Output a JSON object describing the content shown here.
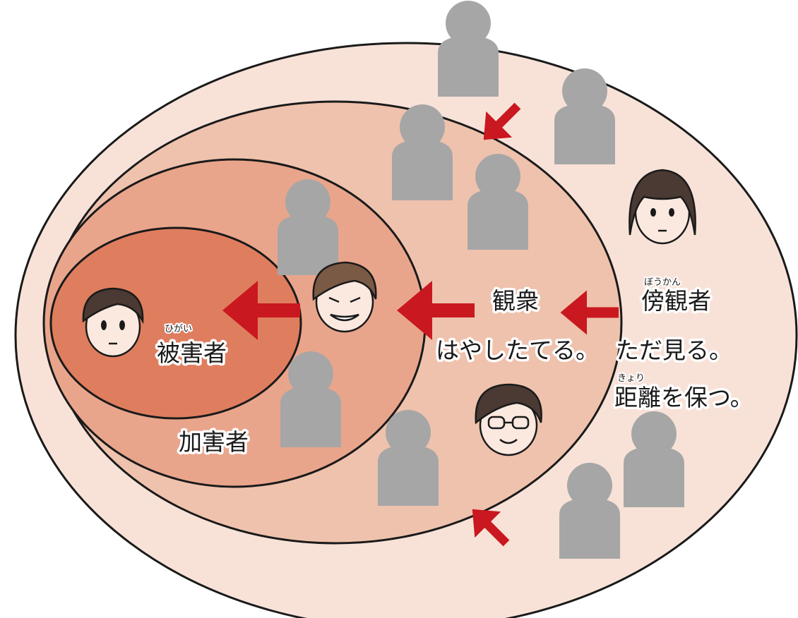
{
  "labels": {
    "victim": "被害者",
    "victim_ruby": "ひがい",
    "perpetrator": "加害者",
    "audience": "観衆",
    "audience_action": "はやしたてる。",
    "bystander": "傍観者",
    "bystander_ruby": "ぼうかん",
    "bystander_action": "ただ見る。",
    "keep_distance": "距離を保つ。",
    "keep_distance_ruby": "きょり"
  },
  "colors": {
    "outer_ring": "#f8e2d8",
    "audience_ring": "#efc2ad",
    "perpetrator_ring": "#e9a58b",
    "victim_ring": "#df7e5f",
    "outline": "#1a1a1a",
    "arrow": "#c9181f",
    "silhouette": "#a6a6a6",
    "skin": "#fbe9e0",
    "hair": "#4a3a33"
  },
  "icons": {
    "silhouette": "person-silhouette-icon",
    "arrow": "arrow-icon",
    "face": "face-icon"
  }
}
